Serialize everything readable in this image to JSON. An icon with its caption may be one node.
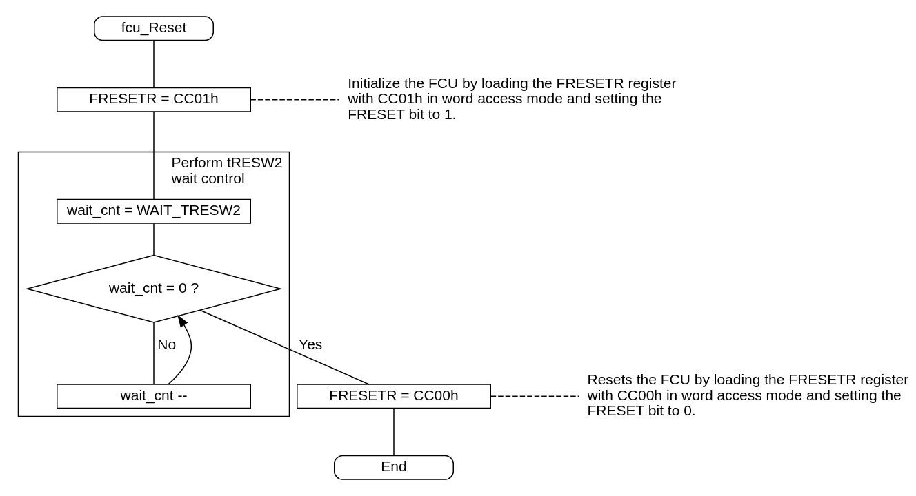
{
  "diagram": {
    "nodes": [
      {
        "text": [
          "fcu_Reset"
        ]
      },
      {
        "text": [
          "FRESETR = CC01h"
        ]
      },
      {
        "text": [
          "Initialize the FCU by loading the FRESETR register with CC01h in word access mode and setting the FRESET bit to 1."
        ]
      },
      {
        "text": [
          "Perform tRESW2 wait control"
        ]
      },
      {
        "text": [
          "wait_cnt = WAIT_TRESW2"
        ],
        "in": 3
      },
      {
        "text": [
          "wait_cnt = 0 ?"
        ],
        "in": 3
      },
      {
        "text": [
          "wait_cnt --"
        ],
        "in": 3
      },
      {
        "text": [
          "FRESETR = CC00h"
        ]
      },
      {
        "text": [
          "Resets the FCU by loading the FRESETR register with CC00h in word access mode and setting the FRESET bit to 0."
        ]
      },
      {
        "text": [
          "End"
        ]
      }
    ],
    "edges": [
      {
        "from": 0,
        "to": 1,
        "arrow": "none"
      },
      {
        "from": 1,
        "to": 2,
        "arrow": "none",
        "style": "dashed"
      },
      {
        "from": 1,
        "to": 4,
        "arrow": "none"
      },
      {
        "from": 4,
        "to": 5,
        "arrow": "none"
      },
      {
        "from": 5,
        "to": 6,
        "label": "No",
        "arrow": "none"
      },
      {
        "from": 6,
        "to": 5,
        "arrow": "to"
      },
      {
        "from": 5,
        "to": 7,
        "label": "Yes",
        "arrow": "none"
      },
      {
        "from": 7,
        "to": 8,
        "arrow": "none",
        "style": "dashed"
      },
      {
        "from": 7,
        "to": 9,
        "arrow": "none"
      }
    ]
  }
}
